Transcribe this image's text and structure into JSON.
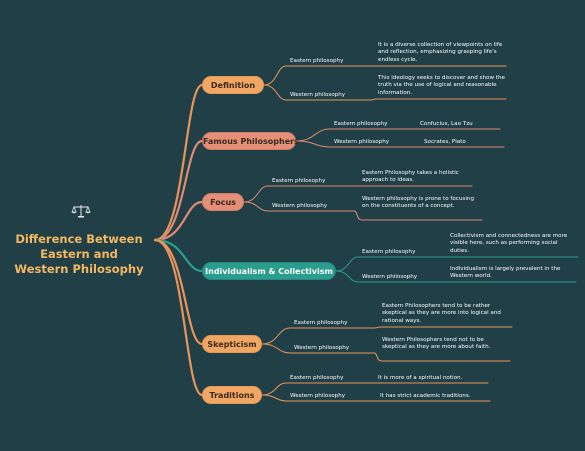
{
  "root": {
    "title_lines": [
      "Difference Between",
      "Eastern and",
      "Western Philosophy"
    ],
    "icon": "scales-of-justice-icon"
  },
  "colors": {
    "background": "#213f47",
    "title": "#f4b860",
    "branch_orange": "#e7955a",
    "branch_rose": "#df8a74",
    "branch_teal": "#2a9d8f"
  },
  "topics": [
    {
      "label": "Definition",
      "color": "orange",
      "items": [
        {
          "sub": "Eastern philosophy",
          "leaf": "It is a diverse collection of viewpoints on life and reflection, emphasizing grasping life's endless cycle."
        },
        {
          "sub": "Western philosophy",
          "leaf": "This ideology seeks to discover and show the truth via the use of logical and reasonable information."
        }
      ]
    },
    {
      "label": "Famous Philosophers",
      "color": "rose",
      "items": [
        {
          "sub": "Eastern philosophy",
          "leaf": "Confucius, Lao Tzu"
        },
        {
          "sub": "Western philosophy",
          "leaf": "Socrates, Plato"
        }
      ]
    },
    {
      "label": "Focus",
      "color": "rose",
      "items": [
        {
          "sub": "Eastern philosophy",
          "leaf": "Eastern Philosophy takes a holistic approach to ideas."
        },
        {
          "sub": "Western philosophy",
          "leaf": "Western philosophy is prone to focusing on the constituents of a concept."
        }
      ]
    },
    {
      "label": "Individualism & Collectivism",
      "color": "teal",
      "items": [
        {
          "sub": "Eastern philosophy",
          "leaf": "Collectivism and connectedness are more visible here, such as performing social duties."
        },
        {
          "sub": "Western philosophy",
          "leaf": "Individualism is largely prevalent in the Western world."
        }
      ]
    },
    {
      "label": "Skepticism",
      "color": "orange",
      "items": [
        {
          "sub": "Eastern philosophy",
          "leaf": "Eastern Philosophers tend to be rather skeptical as they are more into logical and rational ways."
        },
        {
          "sub": "Western philosophy",
          "leaf": "Western Philosophers tend not to be skeptical as they are more about faith."
        }
      ]
    },
    {
      "label": "Traditions",
      "color": "orange",
      "items": [
        {
          "sub": "Eastern philosophy",
          "leaf": "It is more of a spiritual notion."
        },
        {
          "sub": "Western philosophy",
          "leaf": "It has strict academic traditions."
        }
      ]
    }
  ]
}
